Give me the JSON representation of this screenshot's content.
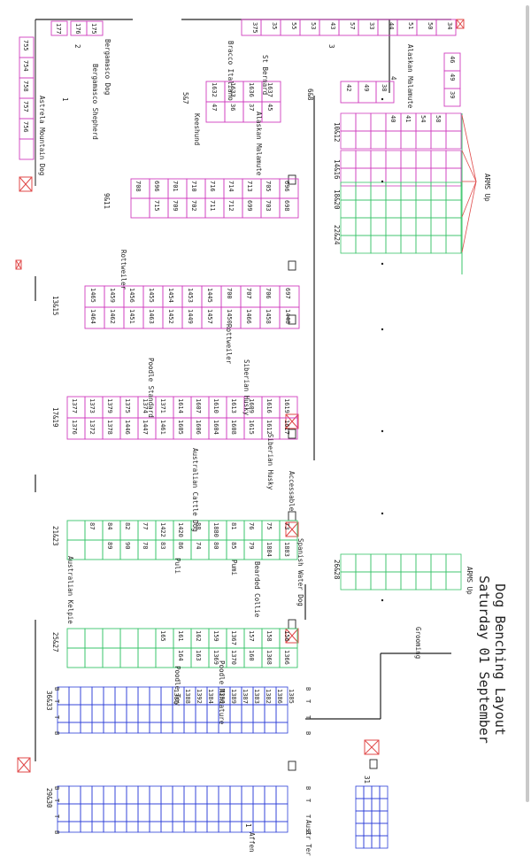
{
  "title_line1": "Dog Benching Layout",
  "title_line2": "Saturday 01 September",
  "arms_up_1": "ARMS Up",
  "arms_up_2": "ARMS Up",
  "grooming": "Grooming",
  "accessible": "Accessable",
  "breeds": {
    "alaskan_malamute_1": "Alaskan Malamute",
    "alaskan_malamute_2": "Alaskan Malamute",
    "st_bernard": "St Bernard",
    "bracco_italiano": "Bracco Italiano",
    "keeshund": "Keeshund",
    "bergamasco_dog": "Bergamasco Dog",
    "bergamasco_shepherd": "Bergamasco Shepherd",
    "astrela_mountain_dog": "Astrela Mountain Dog",
    "rottweiler_1": "Rottweiler",
    "rottweiler_2": "Rottweiler",
    "siberian_husky_1": "Siberian Husky",
    "siberian_husky_2": "Siberian Husky",
    "poodle_standard": "Poodle Standard",
    "australian_cattle_dog": "Australian Cattle Dog",
    "spanish_water_dog": "Spanish Water Dog",
    "bearded_collie": "Bearded Collie",
    "puli": "Puli",
    "pumi": "Pumi",
    "australian_kelpie": "Australian Kelpie",
    "poodle_miniature": "Poodle Miniature",
    "poodle_toy": "Poodle Toy",
    "australian_terrier": "Austr Terrie",
    "affen": "Affen"
  },
  "group_labels": {
    "g4": "4",
    "g3": "3",
    "g2": "2",
    "g1": "1",
    "g5_7": "5&7",
    "g6_8": "6&8",
    "g9_11": "9&11",
    "g10_12": "10&12",
    "g14_16": "14&16",
    "g18_20": "18&20",
    "g22_24": "22&24",
    "g26_28": "26&28",
    "g13_15": "13&15",
    "g17_19": "17&19",
    "g21_23": "21&23",
    "g25_27": "25&27",
    "g36_33": "36&33",
    "g29_30": "29&30",
    "g31": "31"
  },
  "top_row_numbers": [
    "34",
    "50",
    "51",
    "44",
    "33",
    "57",
    "43",
    "53",
    "55",
    "35",
    "375"
  ],
  "bench_46_group": [
    "46",
    "49",
    "39"
  ],
  "bench_42_group": [
    "42",
    "49",
    "38"
  ],
  "row_177": [
    "177",
    "176",
    "175"
  ],
  "astrela_numbers": [
    "755",
    "754",
    "758",
    "757",
    "756"
  ],
  "col_40_group": [
    "40",
    "41",
    "54",
    "58"
  ],
  "malamute_bench": [
    "1632",
    "47",
    "1633",
    "36",
    "1636",
    "37",
    "1637",
    "45"
  ],
  "pink_mid_bench": [
    "696",
    "698",
    "705",
    "703",
    "713",
    "699",
    "714",
    "712",
    "716",
    "711",
    "710",
    "702",
    "701",
    "709",
    "696",
    "715",
    "708"
  ],
  "rottweiler_bench": [
    "697",
    "1448",
    "706",
    "1458",
    "707",
    "1466",
    "700",
    "1450",
    "1445",
    "1457",
    "1453",
    "1449",
    "1454",
    "1452",
    "1455",
    "1463",
    "1456",
    "1451",
    "1459",
    "1462",
    "1465",
    "1464"
  ],
  "husky_bench": [
    "1619",
    "1617",
    "1616",
    "1612",
    "1609",
    "1615",
    "1613",
    "1608",
    "1610",
    "1604",
    "1607",
    "1606",
    "1614",
    "1605",
    "1371",
    "1461",
    "1374",
    "1447",
    "1375",
    "1446",
    "1379",
    "1378",
    "1373",
    "1372",
    "1377",
    "1376"
  ],
  "green_bench_a": [
    "73",
    "1883",
    "75",
    "1884",
    "76",
    "79",
    "81",
    "85",
    "1880",
    "80",
    "88",
    "74",
    "1420",
    "86",
    "1422",
    "83",
    "77",
    "78",
    "82",
    "90",
    "84",
    "89",
    "87"
  ],
  "green_bench_b": [
    "156",
    "1366",
    "158",
    "1368",
    "157",
    "160",
    "1367",
    "1370",
    "159",
    "1369",
    "162",
    "163",
    "161",
    "164",
    "165"
  ],
  "blue_bench_a": [
    "1385",
    "1386",
    "1382",
    "1383",
    "1387",
    "1389",
    "1390",
    "1384",
    "1392",
    "1388",
    "1381"
  ],
  "blue_letters": [
    "B",
    "T",
    "T",
    "B"
  ],
  "bench_num_1": "1",
  "legend_colors": {
    "pink": "#d03fbf",
    "green": "#39c46a",
    "blue": "#2c3fd8",
    "red": "#e04a4a",
    "black": "#222222"
  }
}
